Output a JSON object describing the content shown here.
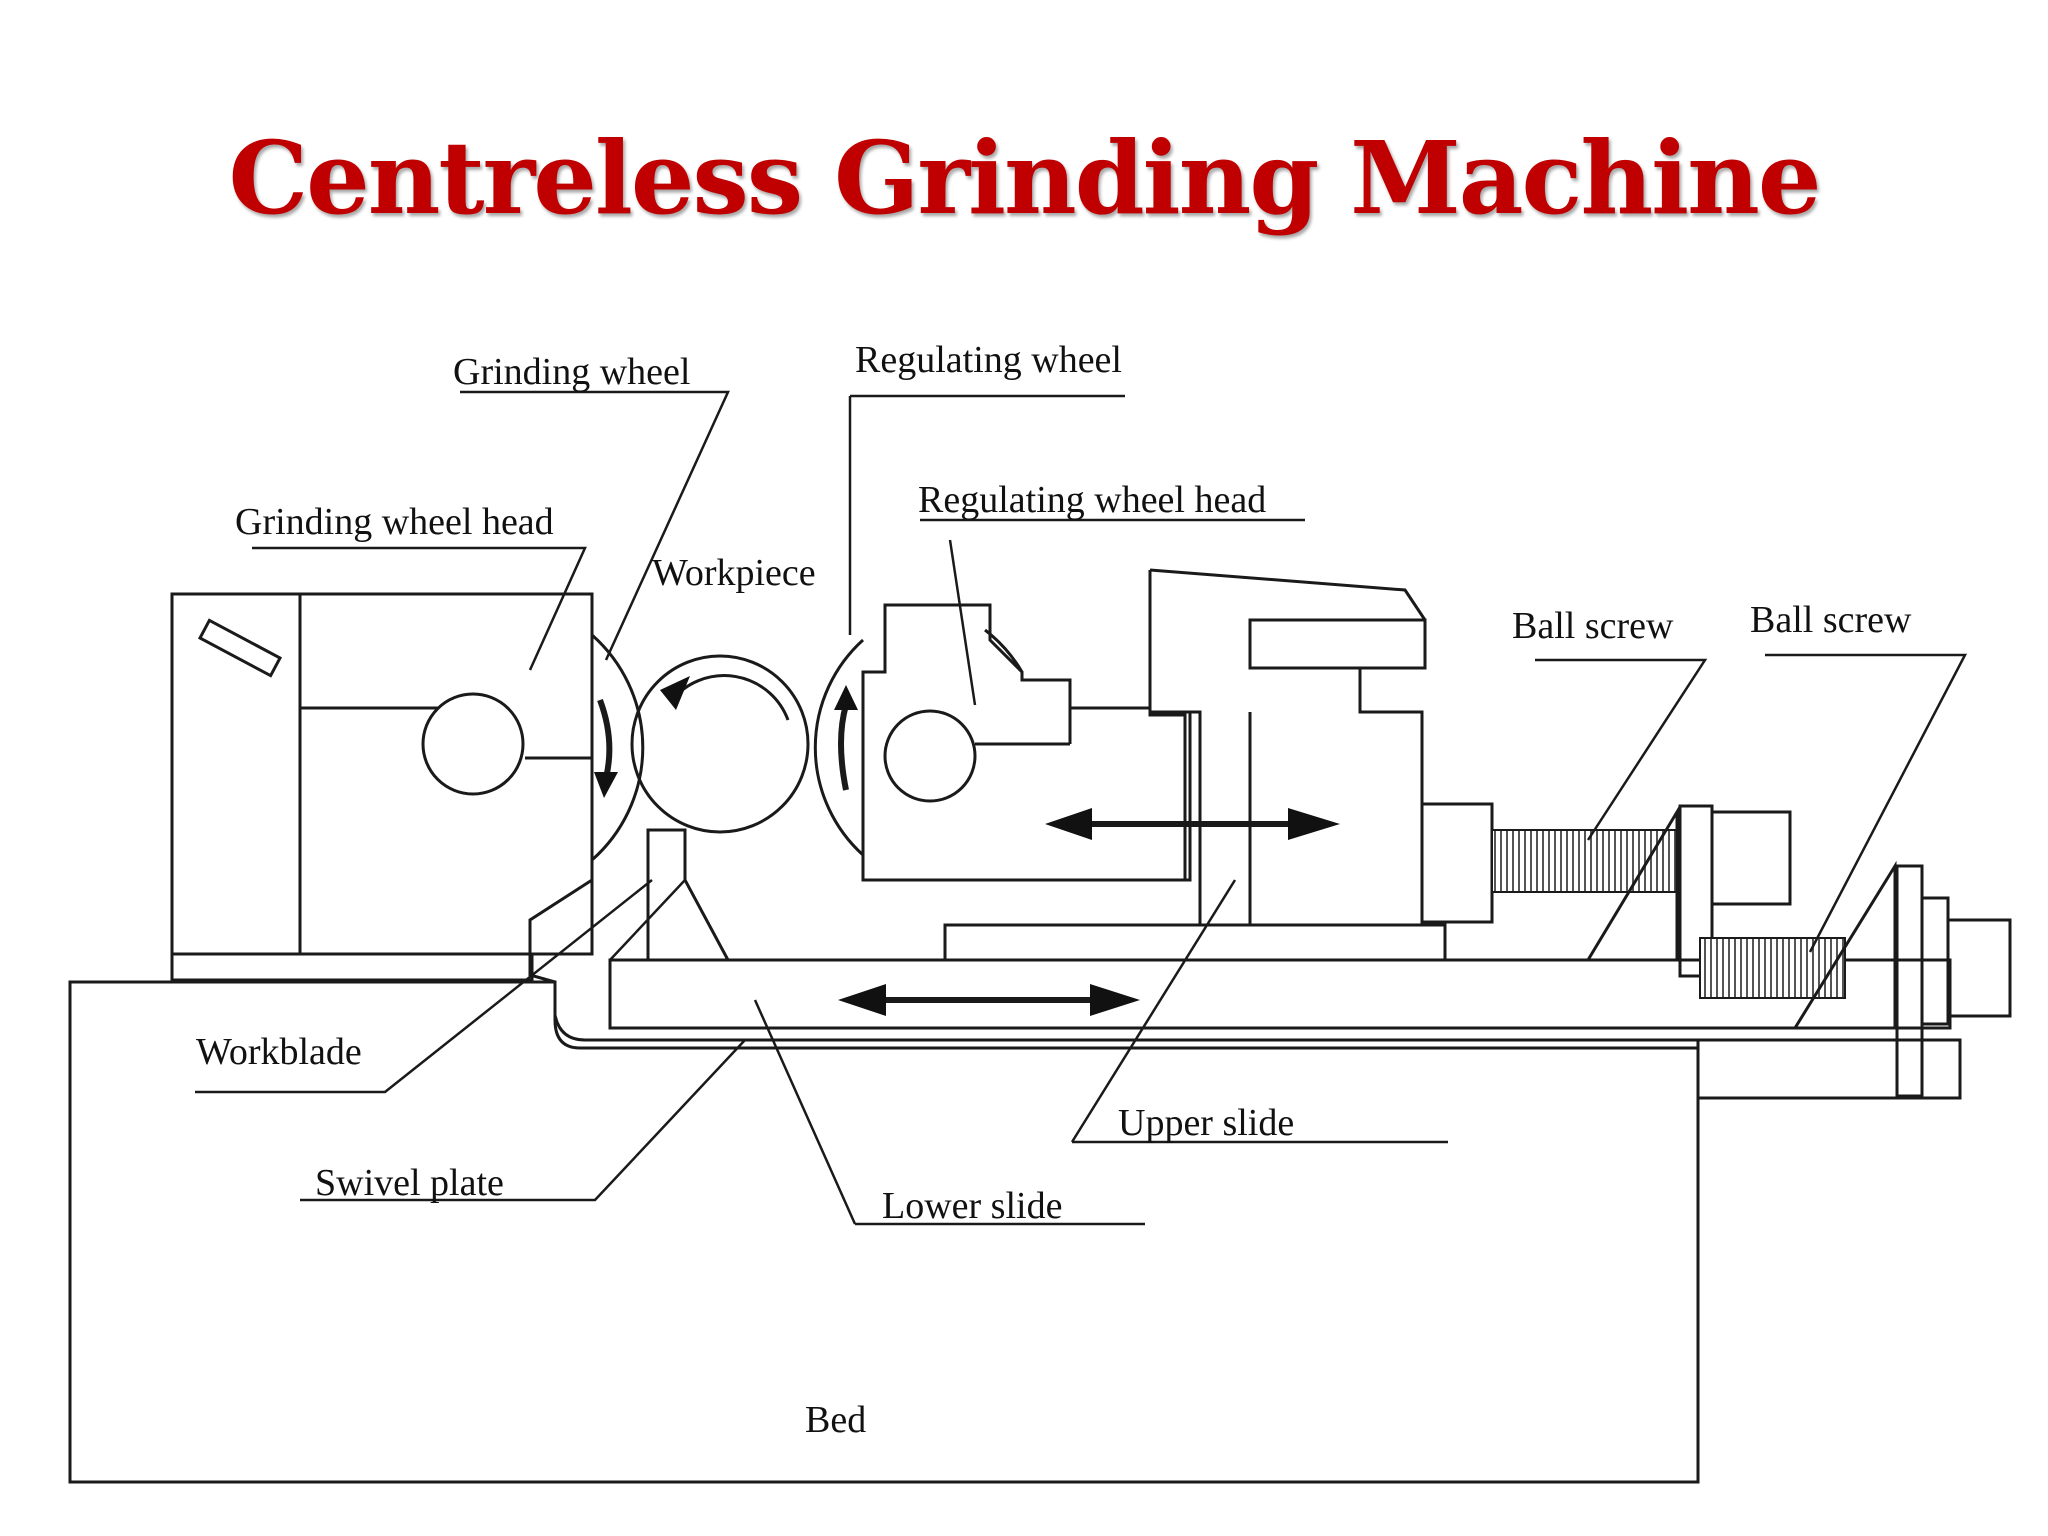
{
  "title": "Centreless Grinding Machine",
  "colors": {
    "title": "#c00000",
    "line": "#1a1a1a",
    "background": "#ffffff"
  },
  "labels": {
    "grinding_wheel": "Grinding wheel",
    "regulating_wheel": "Regulating wheel",
    "grinding_wheel_head": "Grinding wheel head",
    "regulating_wheel_head": "Regulating wheel head",
    "workpiece": "Workpiece",
    "ball_screw_1": "Ball screw",
    "ball_screw_2": "Ball screw",
    "workblade": "Workblade",
    "swivel_plate": "Swivel plate",
    "upper_slide": "Upper slide",
    "lower_slide": "Lower slide",
    "bed": "Bed"
  }
}
